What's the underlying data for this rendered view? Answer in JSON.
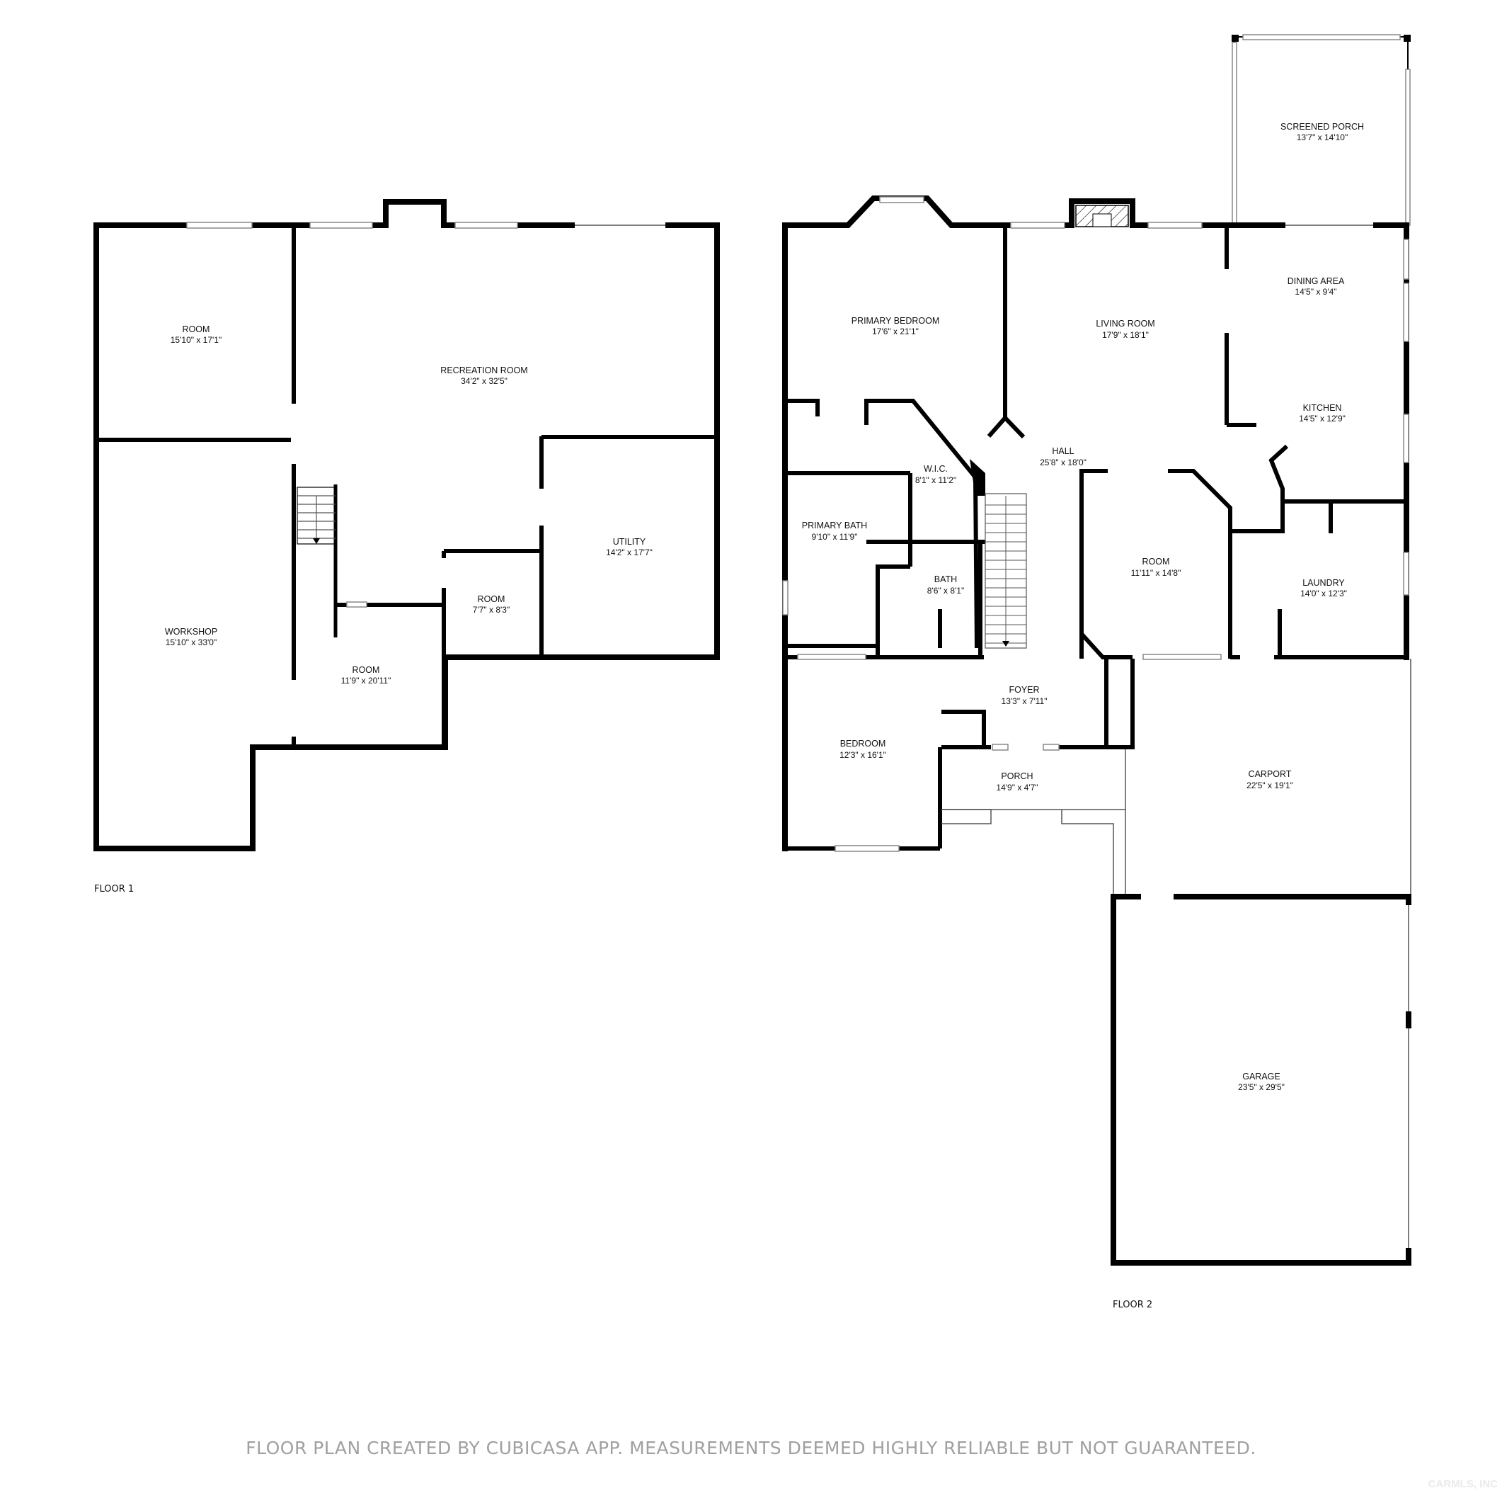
{
  "floors": [
    {
      "label": "FLOOR 1",
      "rooms": [
        {
          "name": "ROOM",
          "dims": "15'10\" x 17'1\""
        },
        {
          "name": "RECREATION ROOM",
          "dims": "34'2\" x 32'5\""
        },
        {
          "name": "WORKSHOP",
          "dims": "15'10\" x 33'0\""
        },
        {
          "name": "UTILITY",
          "dims": "14'2\" x 17'7\""
        },
        {
          "name": "ROOM",
          "dims": "7'7\" x 8'3\""
        },
        {
          "name": "ROOM",
          "dims": "11'9\" x 20'11\""
        }
      ]
    },
    {
      "label": "FLOOR 2",
      "rooms": [
        {
          "name": "SCREENED PORCH",
          "dims": "13'7\" x 14'10\""
        },
        {
          "name": "PRIMARY BEDROOM",
          "dims": "17'6\" x 21'1\""
        },
        {
          "name": "LIVING ROOM",
          "dims": "17'9\" x 18'1\""
        },
        {
          "name": "DINING AREA",
          "dims": "14'5\" x 9'4\""
        },
        {
          "name": "KITCHEN",
          "dims": "14'5\" x 12'9\""
        },
        {
          "name": "HALL",
          "dims": "25'8\" x 18'0\""
        },
        {
          "name": "W.I.C.",
          "dims": "8'1\" x 11'2\""
        },
        {
          "name": "PRIMARY BATH",
          "dims": "9'10\" x 11'9\""
        },
        {
          "name": "BATH",
          "dims": "8'6\" x 8'1\""
        },
        {
          "name": "ROOM",
          "dims": "11'11\" x 14'8\""
        },
        {
          "name": "LAUNDRY",
          "dims": "14'0\" x 12'3\""
        },
        {
          "name": "FOYER",
          "dims": "13'3\" x 7'11\""
        },
        {
          "name": "BEDROOM",
          "dims": "12'3\" x 16'1\""
        },
        {
          "name": "PORCH",
          "dims": "14'9\" x 4'7\""
        },
        {
          "name": "CARPORT",
          "dims": "22'5\" x 19'1\""
        },
        {
          "name": "GARAGE",
          "dims": "23'5\" x 29'5\""
        }
      ]
    }
  ],
  "footer": {
    "disclaimer": "FLOOR PLAN CREATED BY CUBICASA APP. MEASUREMENTS DEEMED HIGHLY RELIABLE BUT NOT GUARANTEED.",
    "watermark": "CARMLS, INC"
  }
}
